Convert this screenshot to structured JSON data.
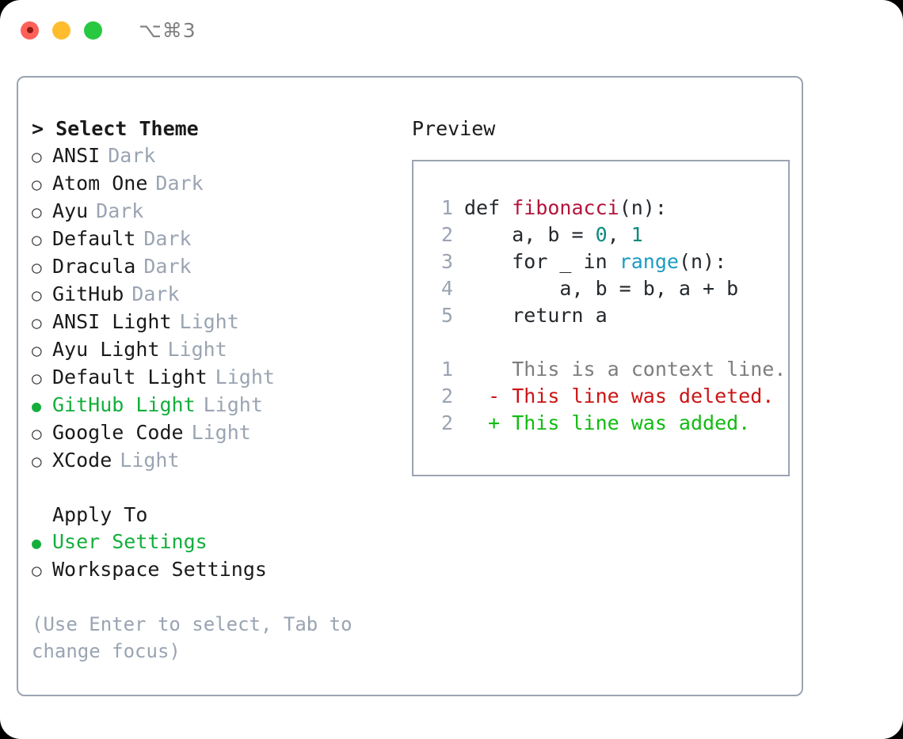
{
  "titlebar": {
    "shortcut": "⌥⌘3",
    "lights": [
      {
        "name": "close",
        "color": "#ff6159"
      },
      {
        "name": "minimize",
        "color": "#ffbd2e"
      },
      {
        "name": "maximize",
        "color": "#28c840"
      }
    ]
  },
  "theme_picker": {
    "heading": "> Select Theme",
    "marker_unselected": "○",
    "marker_selected": "●",
    "items": [
      {
        "label": "ANSI",
        "tag": "Dark",
        "selected": false
      },
      {
        "label": "Atom One",
        "tag": "Dark",
        "selected": false
      },
      {
        "label": "Ayu",
        "tag": "Dark",
        "selected": false
      },
      {
        "label": "Default",
        "tag": "Dark",
        "selected": false
      },
      {
        "label": "Dracula",
        "tag": "Dark",
        "selected": false
      },
      {
        "label": "GitHub",
        "tag": "Dark",
        "selected": false
      },
      {
        "label": "ANSI Light",
        "tag": "Light",
        "selected": false
      },
      {
        "label": "Ayu Light",
        "tag": "Light",
        "selected": false
      },
      {
        "label": "Default Light",
        "tag": "Light",
        "selected": false
      },
      {
        "label": "GitHub Light",
        "tag": "Light",
        "selected": true
      },
      {
        "label": "Google Code",
        "tag": "Light",
        "selected": false
      },
      {
        "label": "XCode",
        "tag": "Light",
        "selected": false
      }
    ]
  },
  "apply_to": {
    "heading": "Apply To",
    "items": [
      {
        "label": "User Settings",
        "selected": true
      },
      {
        "label": "Workspace Settings",
        "selected": false
      }
    ]
  },
  "hint": "(Use Enter to select, Tab to change focus)",
  "preview": {
    "label": "Preview",
    "code_lines": [
      {
        "lno": "1",
        "indent": "",
        "tokens": [
          {
            "t": "def ",
            "c": "plain"
          },
          {
            "t": "fibonacci",
            "c": "fn"
          },
          {
            "t": "(n):",
            "c": "plain"
          }
        ]
      },
      {
        "lno": "2",
        "indent": "    ",
        "tokens": [
          {
            "t": "a, b = ",
            "c": "plain"
          },
          {
            "t": "0",
            "c": "num"
          },
          {
            "t": ", ",
            "c": "plain"
          },
          {
            "t": "1",
            "c": "num"
          }
        ]
      },
      {
        "lno": "3",
        "indent": "    ",
        "tokens": [
          {
            "t": "for _ in ",
            "c": "plain"
          },
          {
            "t": "range",
            "c": "builtin"
          },
          {
            "t": "(n):",
            "c": "plain"
          }
        ]
      },
      {
        "lno": "4",
        "indent": "        ",
        "tokens": [
          {
            "t": "a, b = b, a + b",
            "c": "plain"
          }
        ]
      },
      {
        "lno": "5",
        "indent": "    ",
        "tokens": [
          {
            "t": "return a",
            "c": "plain"
          }
        ]
      }
    ],
    "diff_lines": [
      {
        "lno": "1",
        "sign": "  ",
        "text": "This is a context line.",
        "kind": "ctx"
      },
      {
        "lno": "2",
        "sign": "- ",
        "text": "This line was deleted.",
        "kind": "del"
      },
      {
        "lno": "2",
        "sign": "+ ",
        "text": "This line was added.",
        "kind": "add"
      }
    ]
  },
  "colors": {
    "accent_green": "#14ae3c",
    "border": "#9aa4b2",
    "muted": "#9aa4b2",
    "diff_add": "#12bb12",
    "diff_del": "#cc1414",
    "fn": "#b3143a",
    "num": "#0b8a7d",
    "builtin": "#1b9cc4"
  }
}
